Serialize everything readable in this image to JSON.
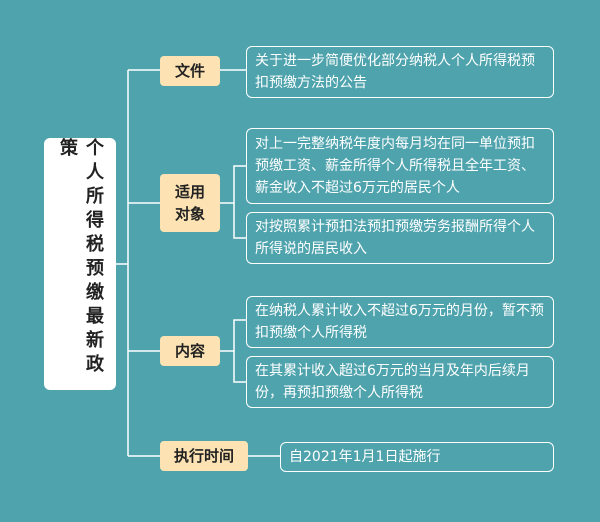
{
  "root": {
    "title": "个人所得税预缴最新政策"
  },
  "categories": [
    {
      "label": "文件",
      "items": [
        "关于进一步简便优化部分纳税人个人所得税预扣预缴方法的公告"
      ]
    },
    {
      "label": "适用\n对象",
      "items": [
        "对上一完整纳税年度内每月均在同一单位预扣预缴工资、薪金所得个人所得税且全年工资、薪金收入不超过6万元的居民个人",
        "对按照累计预扣法预扣预缴劳务报酬所得个人所得说的居民收入"
      ]
    },
    {
      "label": "内容",
      "items": [
        "在纳税人累计收入不超过6万元的月份，暂不预扣预缴个人所得税",
        "在其累计收入超过6万元的当月及年内后续月份，再预扣预缴个人所得税"
      ]
    },
    {
      "label": "执行时间",
      "items": [
        "自2021年1月1日起施行"
      ]
    }
  ],
  "colors": {
    "background": "#4ea3ad",
    "category_fill": "#fde3b3",
    "line": "#ffffff"
  }
}
